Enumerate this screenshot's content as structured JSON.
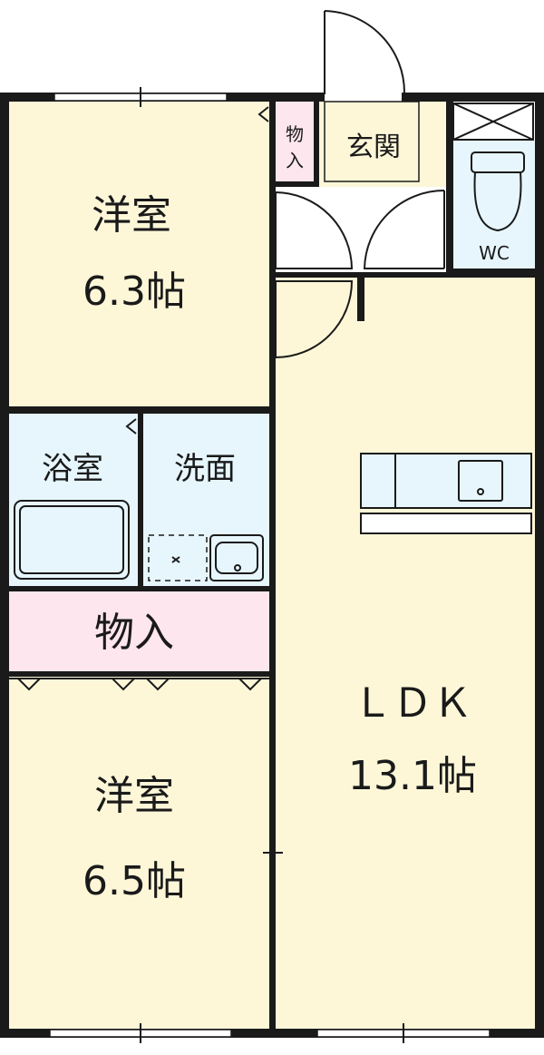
{
  "rooms": {
    "western_top": {
      "name": "洋室",
      "size": "6.3帖"
    },
    "storage_small": {
      "name_top": "物",
      "name_bottom": "入"
    },
    "entrance": {
      "name": "玄関"
    },
    "wc": {
      "name": "WC"
    },
    "bath": {
      "name": "浴室"
    },
    "wash": {
      "name": "洗面"
    },
    "storage_mid": {
      "name": "物入"
    },
    "western_bottom": {
      "name": "洋室",
      "size": "6.5帖"
    },
    "ldk": {
      "name": "ＬＤＫ",
      "size": "13.1帖"
    }
  },
  "colors": {
    "western_room": "#fdf7d8",
    "wet_area": "#e6f6fc",
    "storage": "#fde6ee",
    "entrance": "#fdf7d8",
    "ldk": "#fdf7d8",
    "wall": "#1a1a1a"
  }
}
